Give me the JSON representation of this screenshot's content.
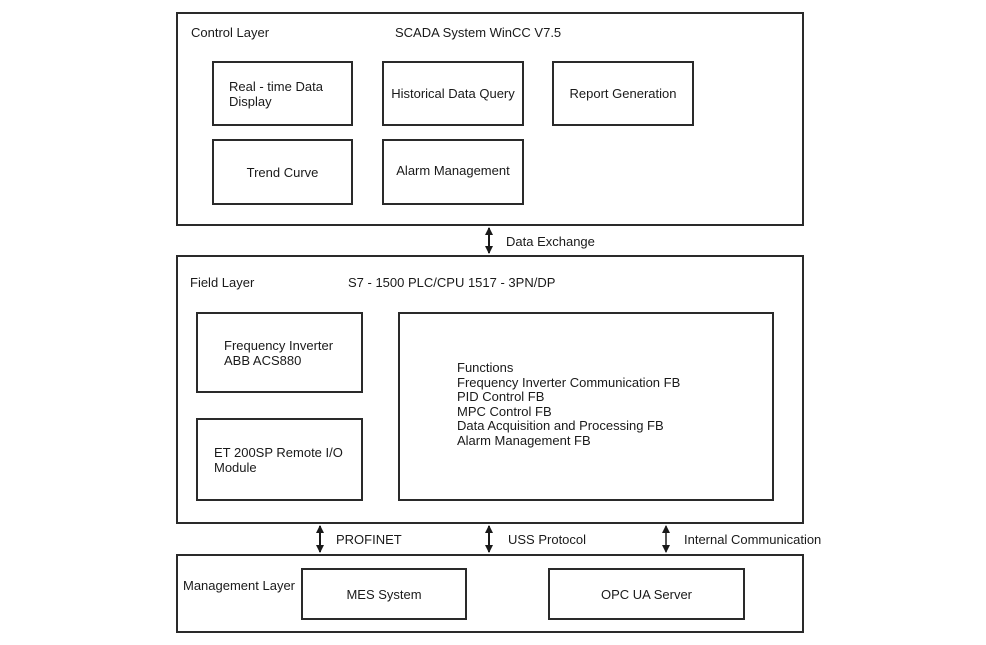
{
  "control_layer": {
    "label": "Control Layer",
    "title": "SCADA System WinCC V7.5",
    "boxes": {
      "realtime": "Real - time Data\nDisplay",
      "historical": "Historical Data Query",
      "report": "Report Generation",
      "trend": "Trend Curve",
      "alarm": "Alarm Management"
    }
  },
  "field_layer": {
    "label": "Field Layer",
    "title": "S7 - 1500 PLC/CPU 1517 - 3PN/DP",
    "boxes": {
      "inverter": "Frequency Inverter\nABB ACS880",
      "et200": "ET 200SP Remote I/O\nModule"
    },
    "functions_text": "Functions\nFrequency Inverter Communication FB\nPID Control FB\nMPC Control FB\nData Acquisition and Processing FB\nAlarm Management FB"
  },
  "management_layer": {
    "label": "Management Layer",
    "boxes": {
      "mes": "MES System",
      "opc": "OPC UA Server"
    }
  },
  "connections": {
    "data_exchange": "Data Exchange",
    "profinet": "PROFINET",
    "uss": "USS Protocol",
    "internal": "Internal Communication"
  },
  "colors": {
    "line": "#2a2a2a",
    "background": "#ffffff"
  }
}
